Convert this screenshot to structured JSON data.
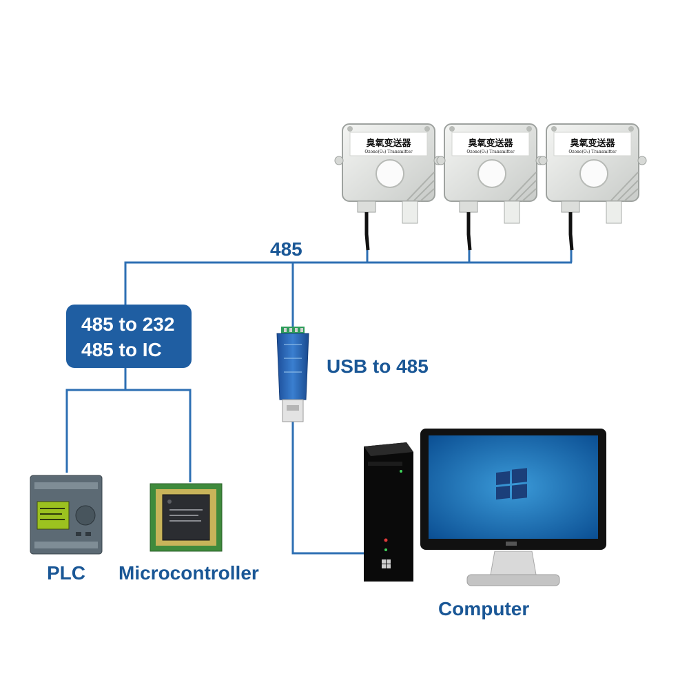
{
  "bus_label": "485",
  "converter_box": {
    "line1": "485 to 232",
    "line2": "485 to IC"
  },
  "usb_adapter_label": "USB to 485",
  "devices": {
    "plc_label": "PLC",
    "microcontroller_label": "Microcontroller",
    "computer_label": "Computer"
  },
  "sensor_title": "臭氧变送器",
  "sensor_subtitle": "Ozone(O₃) Transmitter",
  "colors": {
    "wire": "#2d6fb3",
    "box": "#1f5ea2",
    "label": "#1a5796"
  }
}
